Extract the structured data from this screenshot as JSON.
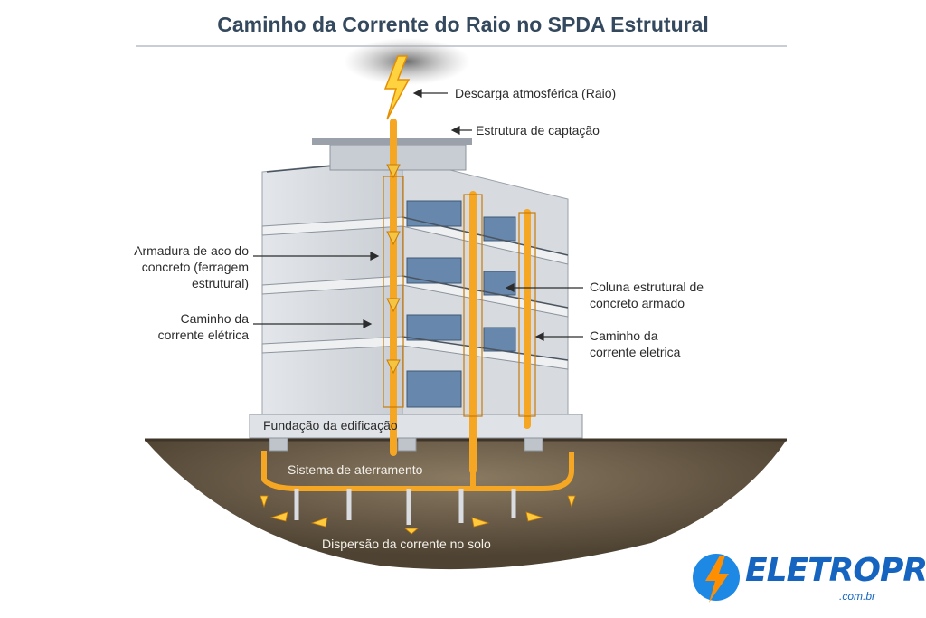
{
  "title": "Caminho da Corrente do Raio no SPDA Estrutural",
  "labels": {
    "discharge": "Descarga atmosférica (Raio)",
    "capture": "Estrutura de captação",
    "rebar": "Armadura de aco do concreto (ferragem estrutural)",
    "current_left": "Caminho da corrente elétrica",
    "column": "Coluna estrutural de concreto armado",
    "current_right": "Caminho da corrente eletrica",
    "foundation": "Fundação da edificação",
    "grounding": "Sistema de aterramento",
    "dispersion": "Dispersão da corrente no solo"
  },
  "logo": {
    "name": "ELETROPROJ",
    "domain": ".com.br"
  },
  "colors": {
    "current": "#f5a623",
    "title": "#34495e",
    "logo": "#1565c0",
    "soil": "#6b5a45"
  }
}
